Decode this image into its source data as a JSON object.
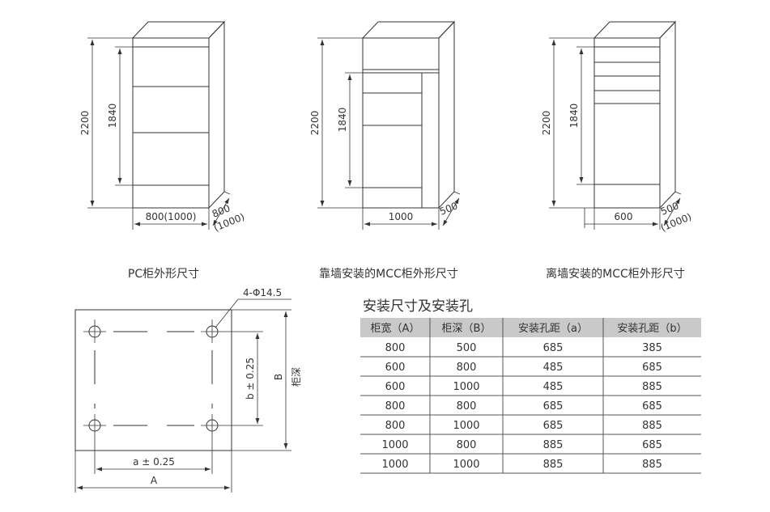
{
  "cabinets": [
    {
      "caption": "PC柜外形尺寸",
      "height_label": "2200",
      "inner_height_label": "1840",
      "width_label": "800(1000)",
      "depth_label_top": "800",
      "depth_label_bottom": "(1000)"
    },
    {
      "caption": "靠墙安装的MCC柜外形尺寸",
      "height_label": "2200",
      "inner_height_label": "1840",
      "width_label": "1000",
      "depth_label_top": "500",
      "depth_label_bottom": ""
    },
    {
      "caption": "离墙安装的MCC柜外形尺寸",
      "height_label": "2200",
      "inner_height_label": "1840",
      "width_label": "600",
      "depth_label_top": "500",
      "depth_label_bottom": "(1000)"
    }
  ],
  "plan": {
    "hole_label": "4-Φ14.5",
    "b_label": "b ± 0.25",
    "B_label": "B",
    "B_note": "柜深",
    "a_label": "a ± 0.25",
    "A_label": "A"
  },
  "table": {
    "title": "安装尺寸及安装孔",
    "headers": [
      "柜宽（A）",
      "柜深（B）",
      "安装孔距（a）",
      "安装孔距（b）"
    ],
    "rows": [
      [
        "800",
        "500",
        "685",
        "385"
      ],
      [
        "600",
        "800",
        "485",
        "685"
      ],
      [
        "600",
        "1000",
        "485",
        "885"
      ],
      [
        "800",
        "800",
        "685",
        "685"
      ],
      [
        "800",
        "1000",
        "685",
        "885"
      ],
      [
        "1000",
        "800",
        "885",
        "685"
      ],
      [
        "1000",
        "1000",
        "885",
        "885"
      ]
    ]
  }
}
